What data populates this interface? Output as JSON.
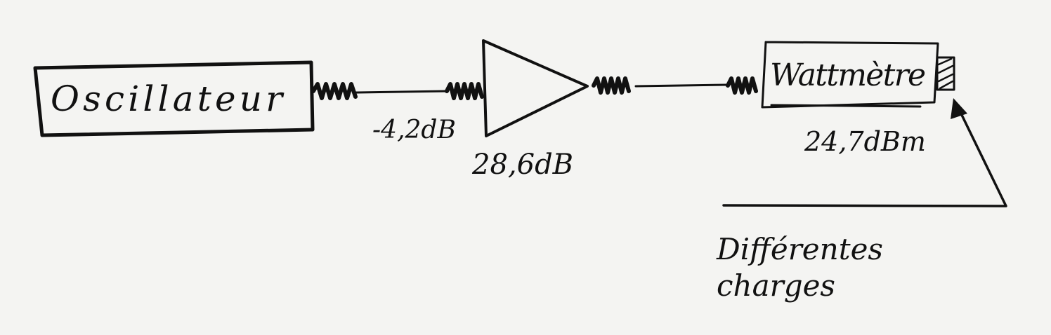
{
  "blocks": {
    "oscillator": "Oscillateur",
    "wattmeter": "Wattmètre"
  },
  "annotations": {
    "cable_loss": "-4,2dB",
    "amplifier_gain": "28,6dB",
    "wattmeter_reading": "24,7dBm",
    "loads_line1": "Différentes",
    "loads_line2": "charges"
  }
}
